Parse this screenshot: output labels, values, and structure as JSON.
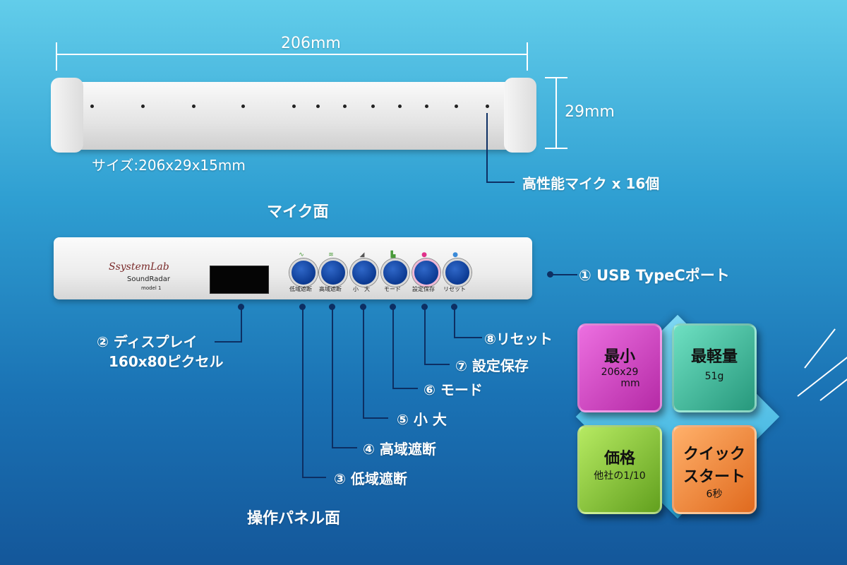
{
  "dimension_top": "206mm",
  "dimension_side": "29mm",
  "size_text": "サイズ:206x29x15mm",
  "mic_label": "高性能マイク x 16個",
  "mic_face": "マイク面",
  "usb_label": "① USB TypeCポート",
  "display_label_1": "② ディスプレイ",
  "display_label_2": "160x80ピクセル",
  "callouts": {
    "c3": "③ 低域遮断",
    "c4": "④ 高域遮断",
    "c5": "⑤ 小  大",
    "c6": "⑥ モード",
    "c7": "⑦ 設定保存",
    "c8": "⑧リセット"
  },
  "panel_face": "操作パネル面",
  "device": {
    "logo": "SsystemLab",
    "product": "SoundRadar",
    "model": "model 1",
    "buttons": [
      "低域遮断",
      "高域遮断",
      "小　大",
      "モード",
      "設定保存",
      "リセット"
    ]
  },
  "tiles": {
    "smallest": {
      "title": "最小",
      "line1": "206x29",
      "line2": "mm",
      "color": "#d63fc8"
    },
    "lightest": {
      "title": "最軽量",
      "line1": "51g",
      "color": "#3bb99a"
    },
    "price": {
      "title": "価格",
      "line1": "他社の1/10",
      "color": "#86c83a"
    },
    "quick": {
      "title": "クイック",
      "line1": "スタート",
      "line2": "6秒",
      "color": "#f28a3a"
    }
  }
}
